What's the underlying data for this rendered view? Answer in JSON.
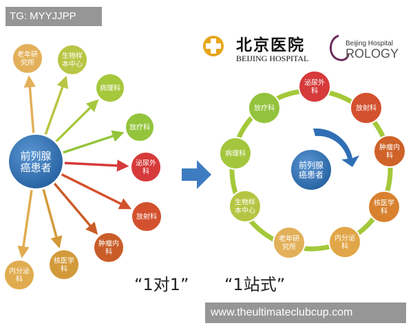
{
  "watermark_top": "TG: MYYJJPP",
  "watermark_bottom": "www.theultimateclubcup.com",
  "left": {
    "center": [
      "前列腺",
      "癌患者"
    ],
    "nodes": [
      {
        "lines": [
          "老年研",
          "究所"
        ],
        "color": "#e3b05a"
      },
      {
        "lines": [
          "生物样",
          "本中心"
        ],
        "color": "#b9c544"
      },
      {
        "lines": [
          "病理科"
        ],
        "color": "#a6c83d"
      },
      {
        "lines": [
          "放疗科"
        ],
        "color": "#93c43c"
      },
      {
        "lines": [
          "泌尿外",
          "科"
        ],
        "color": "#d63a3a"
      },
      {
        "lines": [
          "放射科"
        ],
        "color": "#d3512e"
      },
      {
        "lines": [
          "肿瘤内",
          "科"
        ],
        "color": "#c95d28"
      },
      {
        "lines": [
          "核医学",
          "科"
        ],
        "color": "#d39a3a"
      },
      {
        "lines": [
          "内分泌",
          "科"
        ],
        "color": "#e0ac4f"
      }
    ],
    "caption": "“1对1”"
  },
  "right": {
    "center": [
      "前列腺",
      "癌患者"
    ],
    "nodes": [
      {
        "lines": [
          "泌尿外",
          "科"
        ],
        "color": "#d63a3a"
      },
      {
        "lines": [
          "放射科"
        ],
        "color": "#d3512e"
      },
      {
        "lines": [
          "肿瘤内",
          "科"
        ],
        "color": "#cf6228"
      },
      {
        "lines": [
          "核医学",
          "科"
        ],
        "color": "#d8812f"
      },
      {
        "lines": [
          "内分泌",
          "科"
        ],
        "color": "#e1a648"
      },
      {
        "lines": [
          "老年研",
          "究所"
        ],
        "color": "#e3b05a"
      },
      {
        "lines": [
          "生物样",
          "本中心"
        ],
        "color": "#b5c543"
      },
      {
        "lines": [
          "病理科"
        ],
        "color": "#a3c63d"
      },
      {
        "lines": [
          "放疗科"
        ],
        "color": "#93c23c"
      }
    ],
    "caption": "“1站式”"
  },
  "logos": {
    "hospital_cn": "北京医院",
    "hospital_en": "BEIJING HOSPITAL",
    "urology_small": "Beijing Hospital",
    "urology_big": "ROLOGY"
  },
  "colors": {
    "center_fill": "#2f6fb5",
    "ring": "#a4c83a",
    "arrow": "#3d7cc0",
    "logo_gold": "#e6a51a"
  }
}
